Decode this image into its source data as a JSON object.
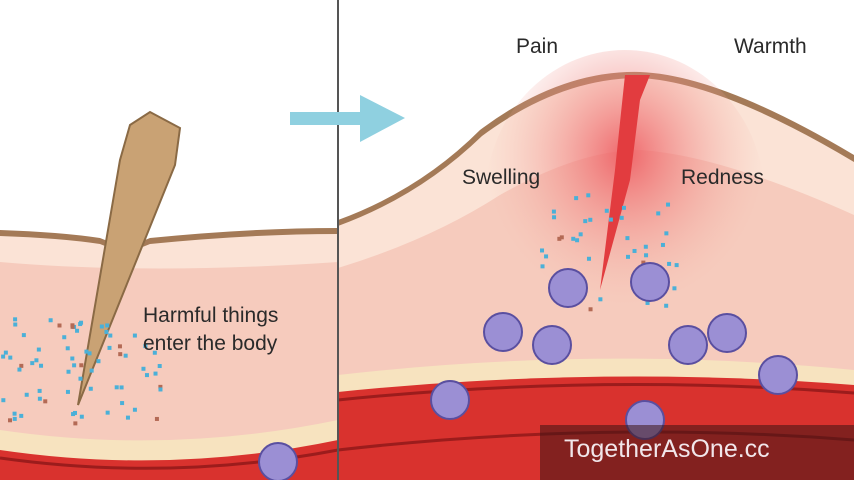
{
  "labels": {
    "pain": "Pain",
    "warmth": "Warmth",
    "swelling": "Swelling",
    "redness": "Redness",
    "harmful_line1": "Harmful things",
    "harmful_line2": "enter the body"
  },
  "watermark": "TogetherAsOne.cc",
  "colors": {
    "skin_outline": "#a47a57",
    "epidermis": "#fbe3d6",
    "dermis": "#f6cbbd",
    "inflamed": "#ee6f72",
    "fat_band": "#f7e3bf",
    "vessel": "#d9322e",
    "arrow": "#8fd0e0",
    "immune_cell": "#9b8fd4",
    "particle": "#4ab0d8"
  }
}
